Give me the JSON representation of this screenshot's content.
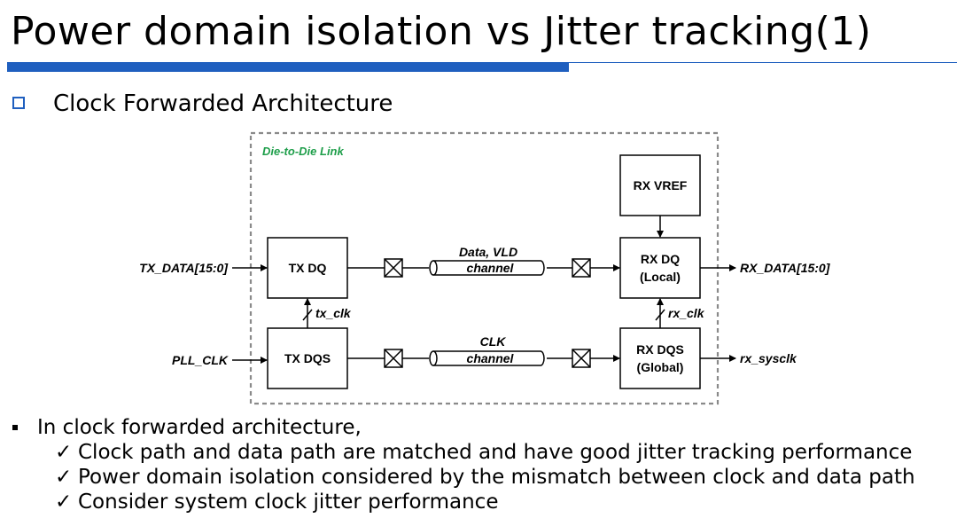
{
  "title": "Power domain isolation vs Jitter tracking(1)",
  "section": {
    "heading": "Clock Forwarded Architecture"
  },
  "diagram": {
    "region_label": "Die-to-Die Link",
    "blocks": {
      "rx_vref": "RX VREF",
      "tx_dq": "TX DQ",
      "tx_dqs": "TX DQS",
      "rx_dq_line1": "RX DQ",
      "rx_dq_line2": "(Local)",
      "rx_dqs_line1": "RX DQS",
      "rx_dqs_line2": "(Global)"
    },
    "signals": {
      "tx_data_in": "TX_DATA[15:0]",
      "pll_clk_in": "PLL_CLK",
      "rx_data_out": "RX_DATA[15:0]",
      "rx_sysclk_out": "rx_sysclk",
      "tx_clk": "tx_clk",
      "rx_clk": "rx_clk"
    },
    "channels": {
      "data_label": "Data, VLD",
      "data_channel": "channel",
      "clk_label": "CLK",
      "clk_channel": "channel"
    }
  },
  "bullets": {
    "main": "In clock forwarded architecture,",
    "check_glyph": "✓",
    "items": [
      "Clock path and data path are matched and have good jitter tracking performance",
      "Power domain isolation considered by the mismatch between clock and data path",
      "Consider system clock jitter performance"
    ]
  }
}
